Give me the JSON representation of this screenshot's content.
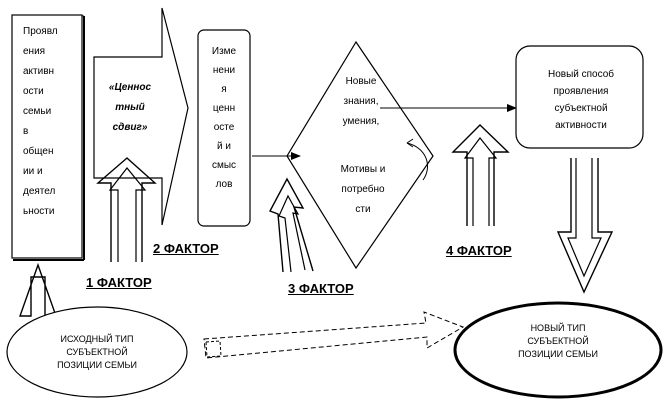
{
  "box_family_activity": {
    "text": "Проявл\nения\nактивн\nости\nсемьи\nв\nобщен\nии и\nдеятел\nьности"
  },
  "value_shift": {
    "text": "«Ценнос\nтный\nсдвиг»"
  },
  "box_value_changes": {
    "text": "Изме\nнени\nя\nценн\nосте\nй и\nсмыс\nлов"
  },
  "diamond_knowledge": {
    "text": "Новые\nзнания,\nумения,"
  },
  "diamond_motives": {
    "text": "Мотивы и\nпотребно\nсти"
  },
  "box_new_way": {
    "text": "Новый способ\nпроявления\nсубъектной\nактивности"
  },
  "ellipse_initial": {
    "text": "ИСХОДНЫЙ ТИП\nСУБЪЕКТНОЙ\nПОЗИЦИИ СЕМЬИ"
  },
  "ellipse_new": {
    "text": "НОВЫЙ ТИП\nСУБЪЕКТНОЙ\nПОЗИЦИИ СЕМЬИ"
  },
  "factors": {
    "f1": "1 ФАКТОР",
    "f2": "2 ФАКТОР",
    "f3": "3 ФАКТОР",
    "f4": "4 ФАКТОР"
  }
}
